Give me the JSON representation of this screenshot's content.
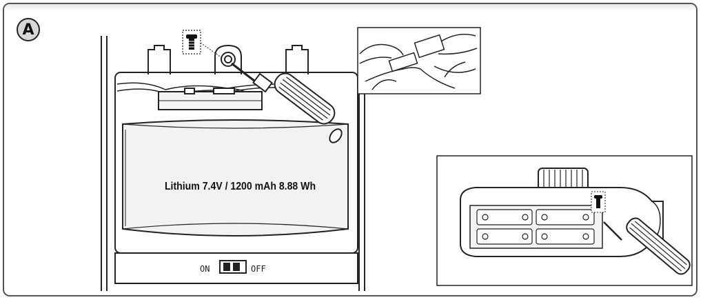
{
  "step_label": "A",
  "battery_label": "Lithium 7.4V / 1200 mAh 8.88 Wh",
  "switch": {
    "on_label": "ON",
    "off_label": "OFF"
  }
}
